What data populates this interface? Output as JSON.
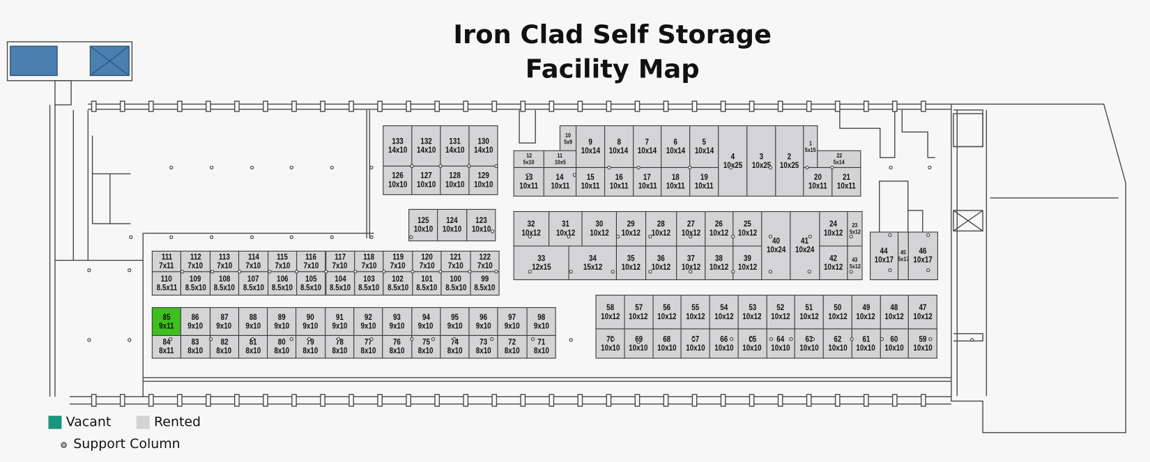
{
  "title": {
    "line1": "Iron Clad Self Storage",
    "line2": "Facility Map"
  },
  "legend": {
    "vacant_label": "Vacant",
    "rented_label": "Rented",
    "column_label": "Support Column",
    "vacant_color": "#16967c",
    "rented_color": "#d3d3d5"
  },
  "colors": {
    "vacant_unit": "#3dbf1e",
    "rented_unit": "#d4d4d6"
  },
  "units": [
    {
      "id": "133",
      "size": "14x10",
      "status": "rented"
    },
    {
      "id": "132",
      "size": "14x10",
      "status": "rented"
    },
    {
      "id": "131",
      "size": "14x10",
      "status": "rented"
    },
    {
      "id": "130",
      "size": "14x10",
      "status": "rented"
    },
    {
      "id": "126",
      "size": "10x10",
      "status": "rented"
    },
    {
      "id": "127",
      "size": "10x10",
      "status": "rented"
    },
    {
      "id": "128",
      "size": "10x10",
      "status": "rented"
    },
    {
      "id": "129",
      "size": "10x10",
      "status": "rented"
    },
    {
      "id": "10",
      "size": "5x9",
      "status": "rented"
    },
    {
      "id": "12",
      "size": "5x10",
      "status": "rented"
    },
    {
      "id": "11",
      "size": "10x5",
      "status": "rented"
    },
    {
      "id": "9",
      "size": "10x14",
      "status": "rented"
    },
    {
      "id": "8",
      "size": "10x14",
      "status": "rented"
    },
    {
      "id": "7",
      "size": "10x14",
      "status": "rented"
    },
    {
      "id": "6",
      "size": "10x14",
      "status": "rented"
    },
    {
      "id": "5",
      "size": "10x14",
      "status": "rented"
    },
    {
      "id": "4",
      "size": "10x25",
      "status": "rented"
    },
    {
      "id": "3",
      "size": "10x25",
      "status": "rented"
    },
    {
      "id": "2",
      "size": "10x25",
      "status": "rented"
    },
    {
      "id": "1",
      "size": "5x15",
      "status": "rented"
    },
    {
      "id": "22",
      "size": "5x14",
      "status": "rented"
    },
    {
      "id": "13",
      "size": "10x11",
      "status": "rented"
    },
    {
      "id": "14",
      "size": "10x11",
      "status": "rented"
    },
    {
      "id": "15",
      "size": "10x11",
      "status": "rented"
    },
    {
      "id": "16",
      "size": "10x11",
      "status": "rented"
    },
    {
      "id": "17",
      "size": "10x11",
      "status": "rented"
    },
    {
      "id": "18",
      "size": "10x11",
      "status": "rented"
    },
    {
      "id": "19",
      "size": "10x11",
      "status": "rented"
    },
    {
      "id": "20",
      "size": "10x11",
      "status": "rented"
    },
    {
      "id": "21",
      "size": "10x11",
      "status": "rented"
    },
    {
      "id": "125",
      "size": "10x10",
      "status": "rented"
    },
    {
      "id": "124",
      "size": "10x10",
      "status": "rented"
    },
    {
      "id": "123",
      "size": "10x10",
      "status": "rented"
    },
    {
      "id": "32",
      "size": "10x12",
      "status": "rented"
    },
    {
      "id": "31",
      "size": "10x12",
      "status": "rented"
    },
    {
      "id": "30",
      "size": "10x12",
      "status": "rented"
    },
    {
      "id": "29",
      "size": "10x12",
      "status": "rented"
    },
    {
      "id": "28",
      "size": "10x12",
      "status": "rented"
    },
    {
      "id": "27",
      "size": "10x12",
      "status": "rented"
    },
    {
      "id": "26",
      "size": "10x12",
      "status": "rented"
    },
    {
      "id": "25",
      "size": "10x12",
      "status": "rented"
    },
    {
      "id": "40",
      "size": "10x24",
      "status": "rented"
    },
    {
      "id": "41",
      "size": "10x24",
      "status": "rented"
    },
    {
      "id": "24",
      "size": "10x12",
      "status": "rented"
    },
    {
      "id": "23",
      "size": "5x12",
      "status": "rented"
    },
    {
      "id": "33",
      "size": "12x15",
      "status": "rented"
    },
    {
      "id": "34",
      "size": "15x12",
      "status": "rented"
    },
    {
      "id": "35",
      "size": "10x12",
      "status": "rented"
    },
    {
      "id": "36",
      "size": "10x12",
      "status": "rented"
    },
    {
      "id": "37",
      "size": "10x12",
      "status": "rented"
    },
    {
      "id": "38",
      "size": "10x12",
      "status": "rented"
    },
    {
      "id": "39",
      "size": "10x12",
      "status": "rented"
    },
    {
      "id": "42",
      "size": "10x12",
      "status": "rented"
    },
    {
      "id": "43",
      "size": "5x12",
      "status": "rented"
    },
    {
      "id": "44",
      "size": "10x17",
      "status": "rented"
    },
    {
      "id": "45",
      "size": "5x17",
      "status": "rented"
    },
    {
      "id": "46",
      "size": "10x17",
      "status": "rented"
    },
    {
      "id": "111",
      "size": "7x11",
      "status": "rented"
    },
    {
      "id": "112",
      "size": "7x10",
      "status": "rented"
    },
    {
      "id": "113",
      "size": "7x10",
      "status": "rented"
    },
    {
      "id": "114",
      "size": "7x10",
      "status": "rented"
    },
    {
      "id": "115",
      "size": "7x10",
      "status": "rented"
    },
    {
      "id": "116",
      "size": "7x10",
      "status": "rented"
    },
    {
      "id": "117",
      "size": "7x10",
      "status": "rented"
    },
    {
      "id": "118",
      "size": "7x10",
      "status": "rented"
    },
    {
      "id": "119",
      "size": "7x10",
      "status": "rented"
    },
    {
      "id": "120",
      "size": "7x10",
      "status": "rented"
    },
    {
      "id": "121",
      "size": "7x10",
      "status": "rented"
    },
    {
      "id": "122",
      "size": "7x10",
      "status": "rented"
    },
    {
      "id": "110",
      "size": "8.5x11",
      "status": "rented"
    },
    {
      "id": "109",
      "size": "8.5x10",
      "status": "rented"
    },
    {
      "id": "108",
      "size": "8.5x10",
      "status": "rented"
    },
    {
      "id": "107",
      "size": "8.5x10",
      "status": "rented"
    },
    {
      "id": "106",
      "size": "8.5x10",
      "status": "rented"
    },
    {
      "id": "105",
      "size": "8.5x10",
      "status": "rented"
    },
    {
      "id": "104",
      "size": "8.5x10",
      "status": "rented"
    },
    {
      "id": "103",
      "size": "8.5x10",
      "status": "rented"
    },
    {
      "id": "102",
      "size": "8.5x10",
      "status": "rented"
    },
    {
      "id": "101",
      "size": "8.5x10",
      "status": "rented"
    },
    {
      "id": "100",
      "size": "8.5x10",
      "status": "rented"
    },
    {
      "id": "99",
      "size": "8.5x10",
      "status": "rented"
    },
    {
      "id": "85",
      "size": "9x11",
      "status": "vacant"
    },
    {
      "id": "86",
      "size": "9x10",
      "status": "rented"
    },
    {
      "id": "87",
      "size": "9x10",
      "status": "rented"
    },
    {
      "id": "88",
      "size": "9x10",
      "status": "rented"
    },
    {
      "id": "89",
      "size": "9x10",
      "status": "rented"
    },
    {
      "id": "90",
      "size": "9x10",
      "status": "rented"
    },
    {
      "id": "91",
      "size": "9x10",
      "status": "rented"
    },
    {
      "id": "92",
      "size": "9x10",
      "status": "rented"
    },
    {
      "id": "93",
      "size": "9x10",
      "status": "rented"
    },
    {
      "id": "94",
      "size": "9x10",
      "status": "rented"
    },
    {
      "id": "95",
      "size": "9x10",
      "status": "rented"
    },
    {
      "id": "96",
      "size": "9x10",
      "status": "rented"
    },
    {
      "id": "97",
      "size": "9x10",
      "status": "rented"
    },
    {
      "id": "98",
      "size": "9x10",
      "status": "rented"
    },
    {
      "id": "84",
      "size": "8x11",
      "status": "rented"
    },
    {
      "id": "83",
      "size": "8x10",
      "status": "rented"
    },
    {
      "id": "82",
      "size": "8x10",
      "status": "rented"
    },
    {
      "id": "81",
      "size": "8x10",
      "status": "rented"
    },
    {
      "id": "80",
      "size": "8x10",
      "status": "rented"
    },
    {
      "id": "79",
      "size": "8x10",
      "status": "rented"
    },
    {
      "id": "78",
      "size": "8x10",
      "status": "rented"
    },
    {
      "id": "77",
      "size": "8x10",
      "status": "rented"
    },
    {
      "id": "76",
      "size": "8x10",
      "status": "rented"
    },
    {
      "id": "75",
      "size": "8x10",
      "status": "rented"
    },
    {
      "id": "74",
      "size": "8x10",
      "status": "rented"
    },
    {
      "id": "73",
      "size": "8x10",
      "status": "rented"
    },
    {
      "id": "72",
      "size": "8x10",
      "status": "rented"
    },
    {
      "id": "71",
      "size": "8x10",
      "status": "rented"
    },
    {
      "id": "58",
      "size": "10x12",
      "status": "rented"
    },
    {
      "id": "57",
      "size": "10x12",
      "status": "rented"
    },
    {
      "id": "56",
      "size": "10x12",
      "status": "rented"
    },
    {
      "id": "55",
      "size": "10x12",
      "status": "rented"
    },
    {
      "id": "54",
      "size": "10x12",
      "status": "rented"
    },
    {
      "id": "53",
      "size": "10x12",
      "status": "rented"
    },
    {
      "id": "52",
      "size": "10x12",
      "status": "rented"
    },
    {
      "id": "51",
      "size": "10x12",
      "status": "rented"
    },
    {
      "id": "50",
      "size": "10x12",
      "status": "rented"
    },
    {
      "id": "49",
      "size": "10x12",
      "status": "rented"
    },
    {
      "id": "48",
      "size": "10x12",
      "status": "rented"
    },
    {
      "id": "47",
      "size": "10x12",
      "status": "rented"
    },
    {
      "id": "70",
      "size": "10x10",
      "status": "rented"
    },
    {
      "id": "69",
      "size": "10x10",
      "status": "rented"
    },
    {
      "id": "68",
      "size": "10x10",
      "status": "rented"
    },
    {
      "id": "67",
      "size": "10x10",
      "status": "rented"
    },
    {
      "id": "66",
      "size": "10x10",
      "status": "rented"
    },
    {
      "id": "65",
      "size": "10x10",
      "status": "rented"
    },
    {
      "id": "64",
      "size": "10x10",
      "status": "rented"
    },
    {
      "id": "63",
      "size": "10x10",
      "status": "rented"
    },
    {
      "id": "62",
      "size": "10x10",
      "status": "rented"
    },
    {
      "id": "61",
      "size": "10x10",
      "status": "rented"
    },
    {
      "id": "60",
      "size": "10x10",
      "status": "rented"
    },
    {
      "id": "59",
      "size": "10x10",
      "status": "rented"
    }
  ]
}
